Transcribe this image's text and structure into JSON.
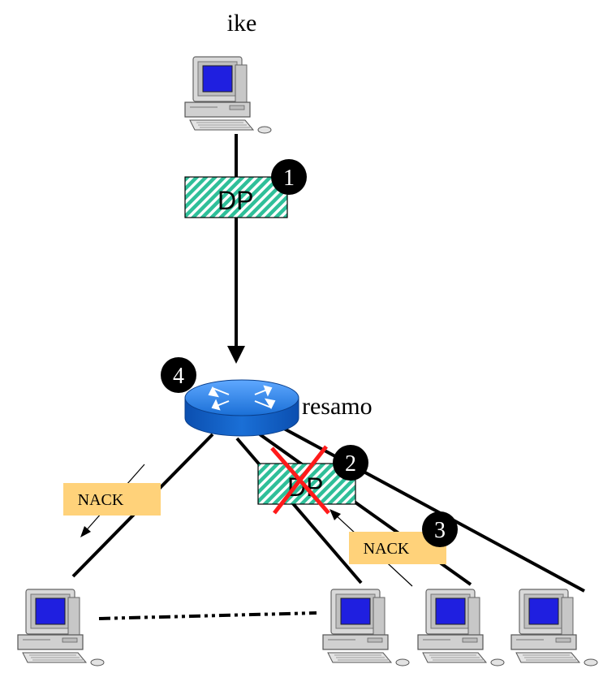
{
  "labels": {
    "source": "ike",
    "router": "resamo"
  },
  "packets": {
    "top": "DP",
    "lost": "DP"
  },
  "nacks": {
    "left": "NACK",
    "right": "NACK"
  },
  "steps": {
    "s1": "1",
    "s2": "2",
    "s3": "3",
    "s4": "4"
  },
  "colors": {
    "packet_fill": "#2fbf99",
    "nack_fill": "#ffd27a",
    "router_blue": "#1a6fd6",
    "cross_red": "#ff1a1a",
    "badge": "#000000",
    "monitor_screen": "#1f1fe0"
  }
}
